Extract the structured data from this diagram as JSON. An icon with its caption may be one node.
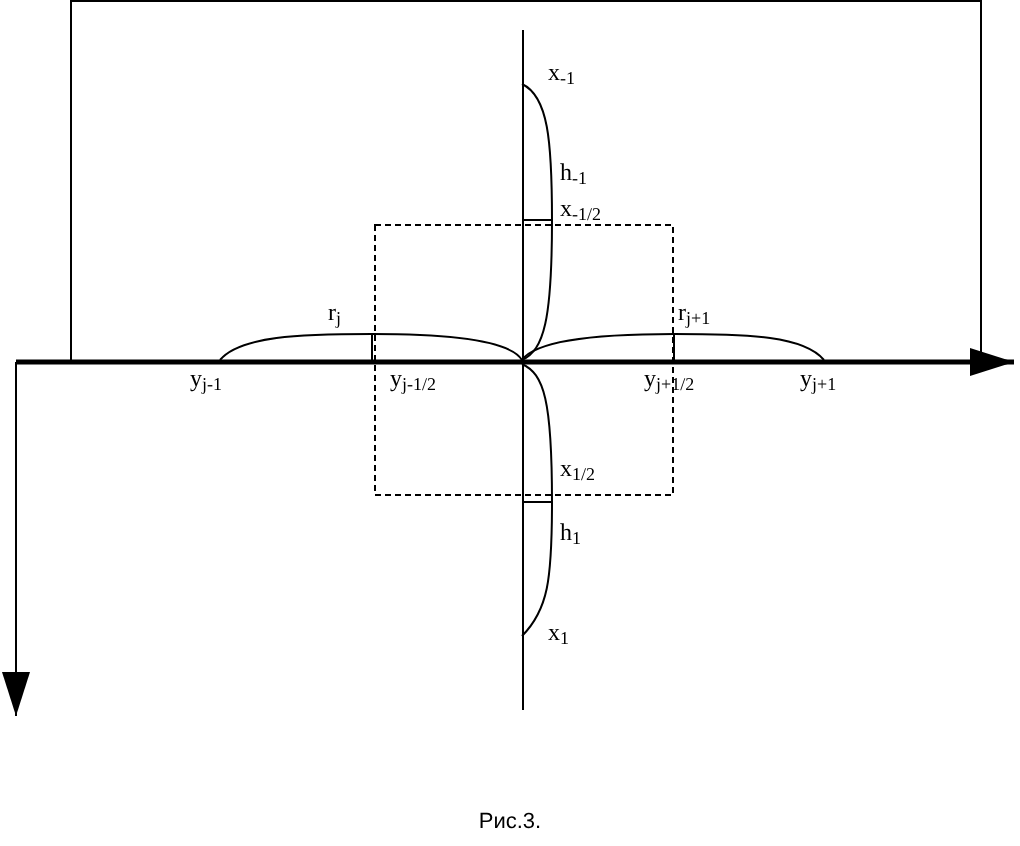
{
  "diagram": {
    "caption": "Рис.3.",
    "labels": [
      "x$_{-1}$",
      "h$_{-1}$",
      "x$_{-1/2}$",
      "r$_{j}$",
      "r$_{j+1}$",
      "y$_{j-1}$",
      "y$_{j-1/2}$",
      "y$_{j+1/2}$",
      "y$_{j+1}$",
      "x$_{1/2}$",
      "h$_{1}$",
      "x$_{1}$"
    ]
  }
}
